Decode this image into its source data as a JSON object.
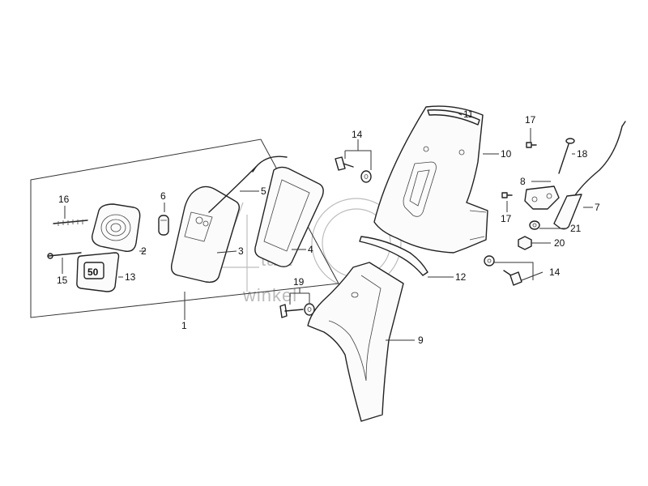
{
  "watermark": {
    "number": "4",
    "line1": "takt",
    "line2": "winkel"
  },
  "callouts": {
    "c1": "1",
    "c2": "2",
    "c3": "3",
    "c4": "4",
    "c5": "5",
    "c6": "6",
    "c7": "7",
    "c8": "8",
    "c9": "9",
    "c10": "10",
    "c11": "11",
    "c12": "12",
    "c13": "13",
    "c14a": "14",
    "c14b": "14",
    "c15": "15",
    "c16": "16",
    "c17a": "17",
    "c17b": "17",
    "c18": "18",
    "c19": "19",
    "c20": "20",
    "c21": "21"
  },
  "emblem_text": "50"
}
